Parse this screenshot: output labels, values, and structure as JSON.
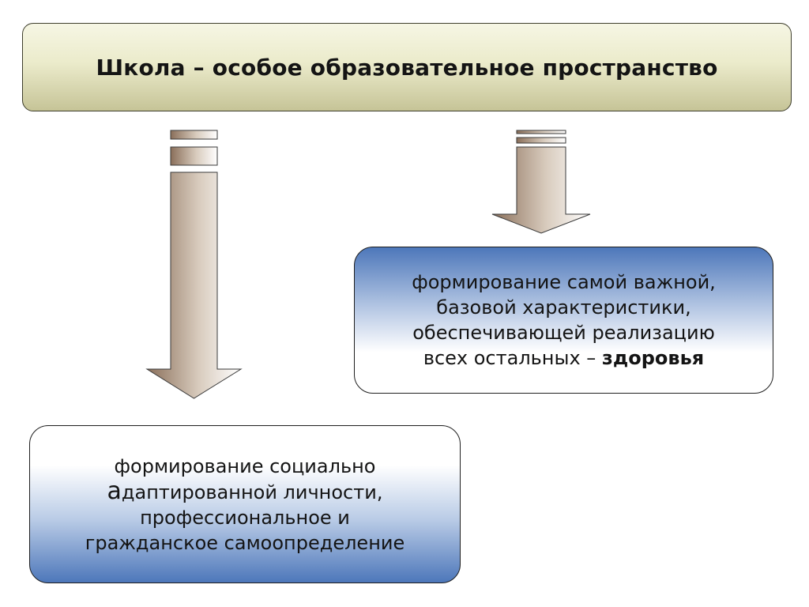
{
  "title": "Школа – особое образовательное пространство",
  "right_box": {
    "line1": "формирование самой важной,",
    "line2": "базовой характеристики,",
    "line3": "обеспечивающей реализацию",
    "line4_prefix": "всех остальных – ",
    "line4_bold": "здоровья"
  },
  "left_box": {
    "line1": "формирование социально",
    "line2_first_letter": "а",
    "line2_rest": "даптированной личности,",
    "line3": "профессиональное и",
    "line4": "гражданское самоопределение"
  },
  "colors": {
    "arrow_dark": "#8a6f5a",
    "arrow_light": "#ffffff",
    "box_blue": "#4d77ba",
    "title_fill": "#ebebcb"
  }
}
